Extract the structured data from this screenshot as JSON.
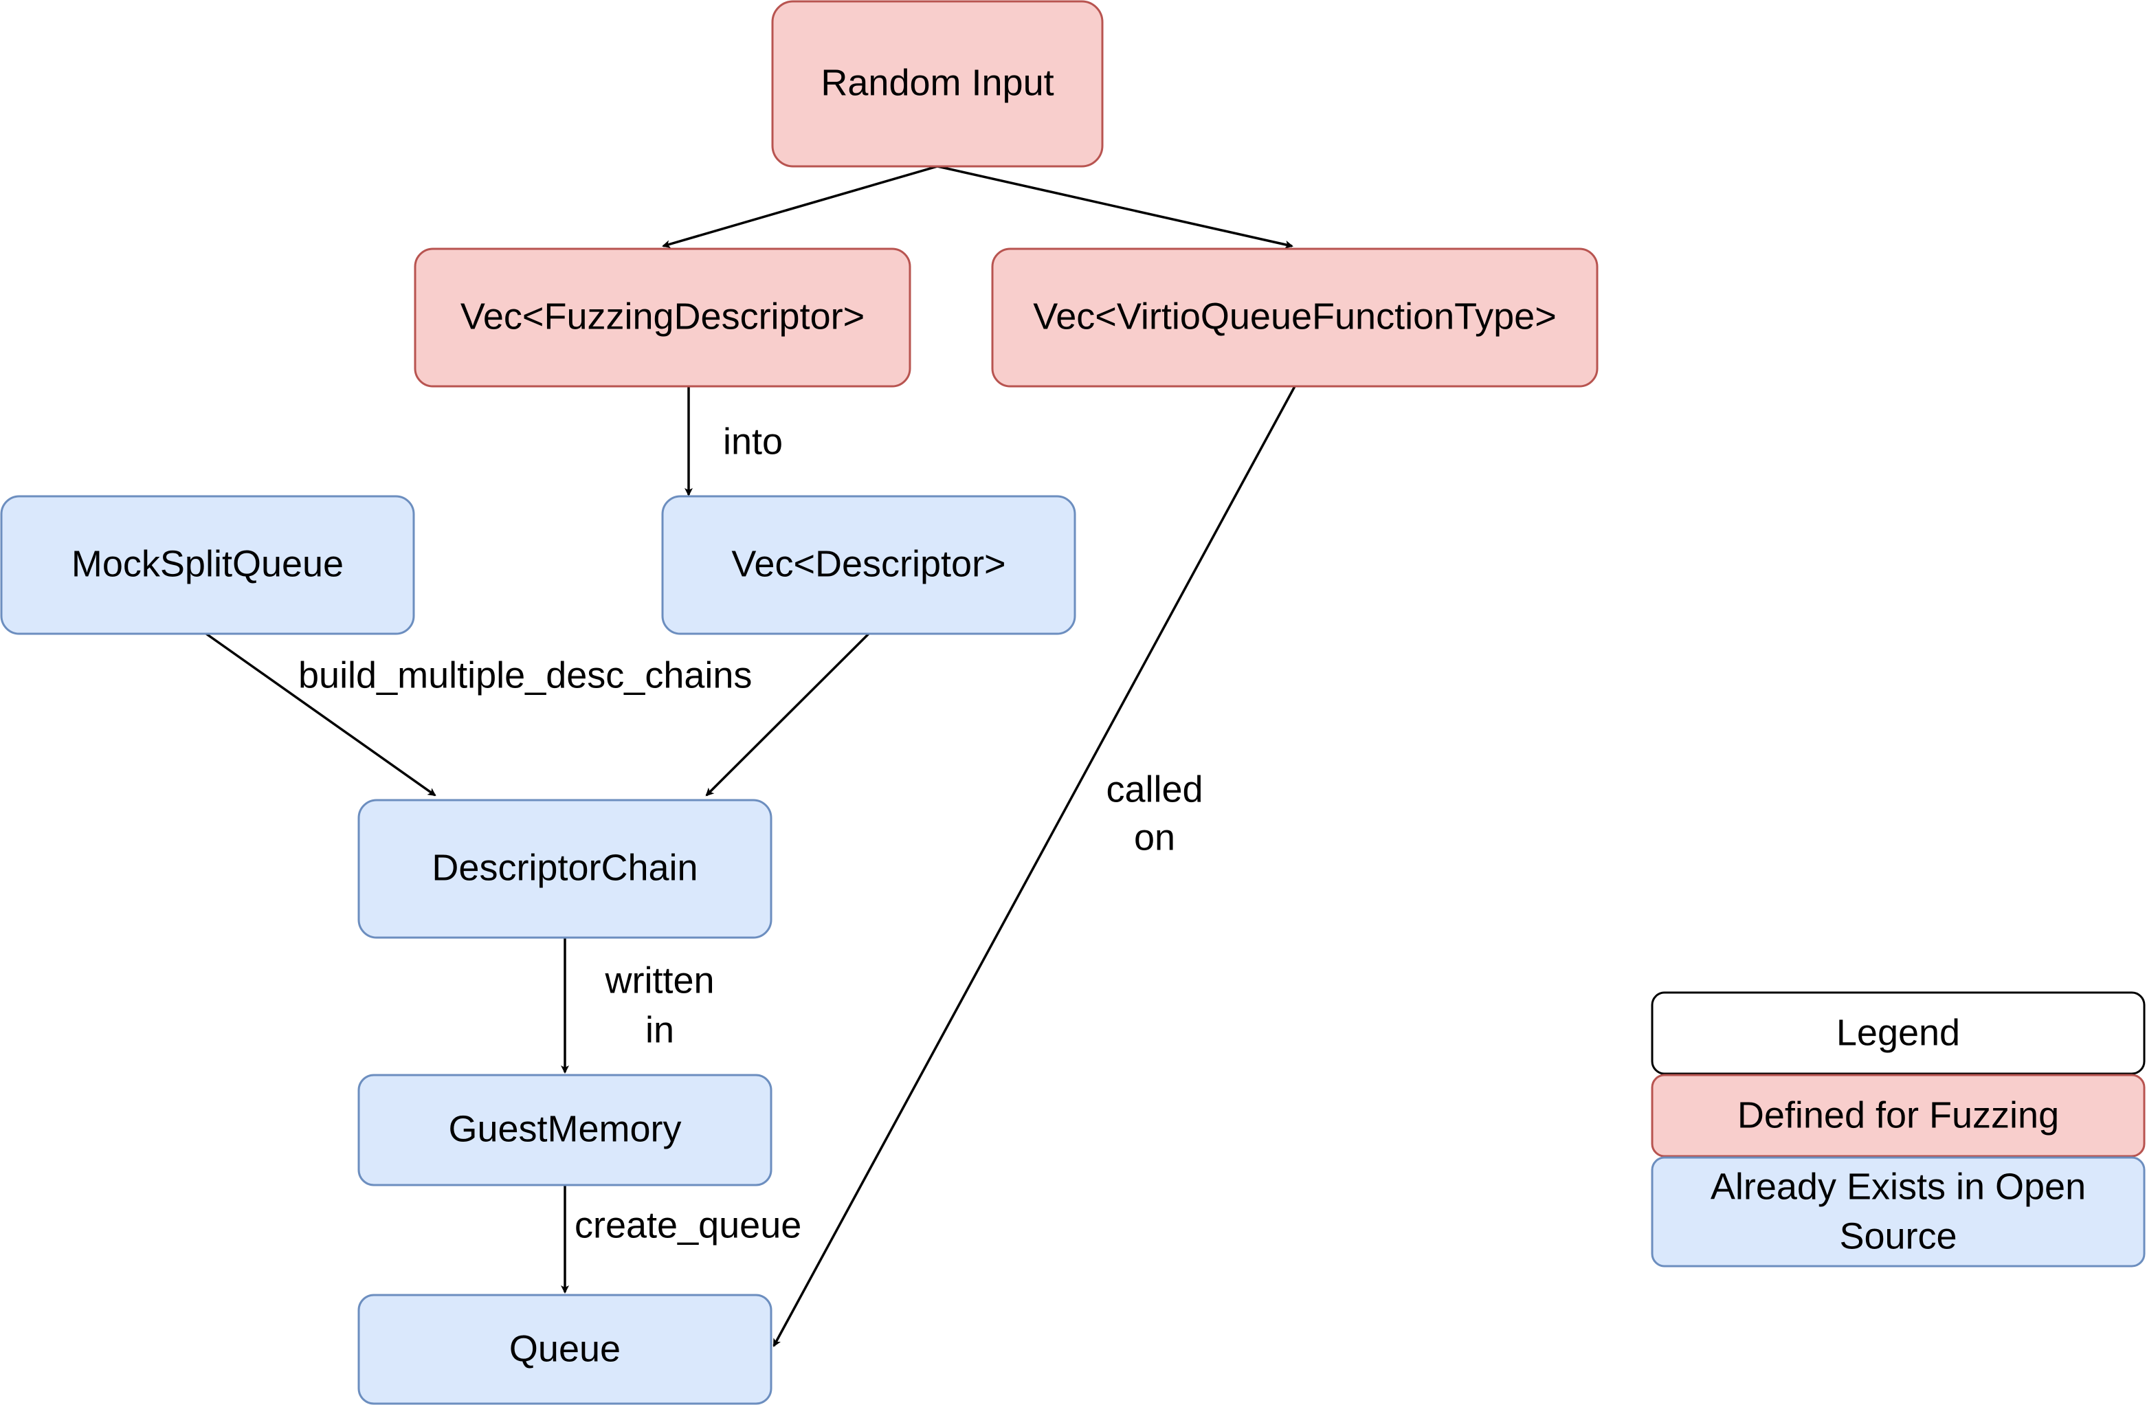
{
  "colors": {
    "fuzz_fill": "#f8cecc",
    "fuzz_stroke": "#b85450",
    "oss_fill": "#dae8fc",
    "oss_stroke": "#6c8ebf",
    "legend_fill": "#ffffff",
    "legend_stroke": "#000000"
  },
  "nodes": {
    "random_input": "Random Input",
    "vec_fuzzing_descriptor": "Vec<FuzzingDescriptor>",
    "vec_virtio_queue_function_type": "Vec<VirtioQueueFunctionType>",
    "mock_split_queue": "MockSplitQueue",
    "vec_descriptor": "Vec<Descriptor>",
    "descriptor_chain": "DescriptorChain",
    "guest_memory": "GuestMemory",
    "queue": "Queue"
  },
  "edges": {
    "into": "into",
    "build_multiple_desc_chains": "build_multiple_desc_chains",
    "called_on_line1": "called",
    "called_on_line2": "on",
    "written_in_line1": "written",
    "written_in_line2": "in",
    "create_queue": "create_queue"
  },
  "legend": {
    "title": "Legend",
    "fuzz": "Defined for Fuzzing",
    "oss_line1": "Already Exists in Open",
    "oss_line2": "Source"
  }
}
